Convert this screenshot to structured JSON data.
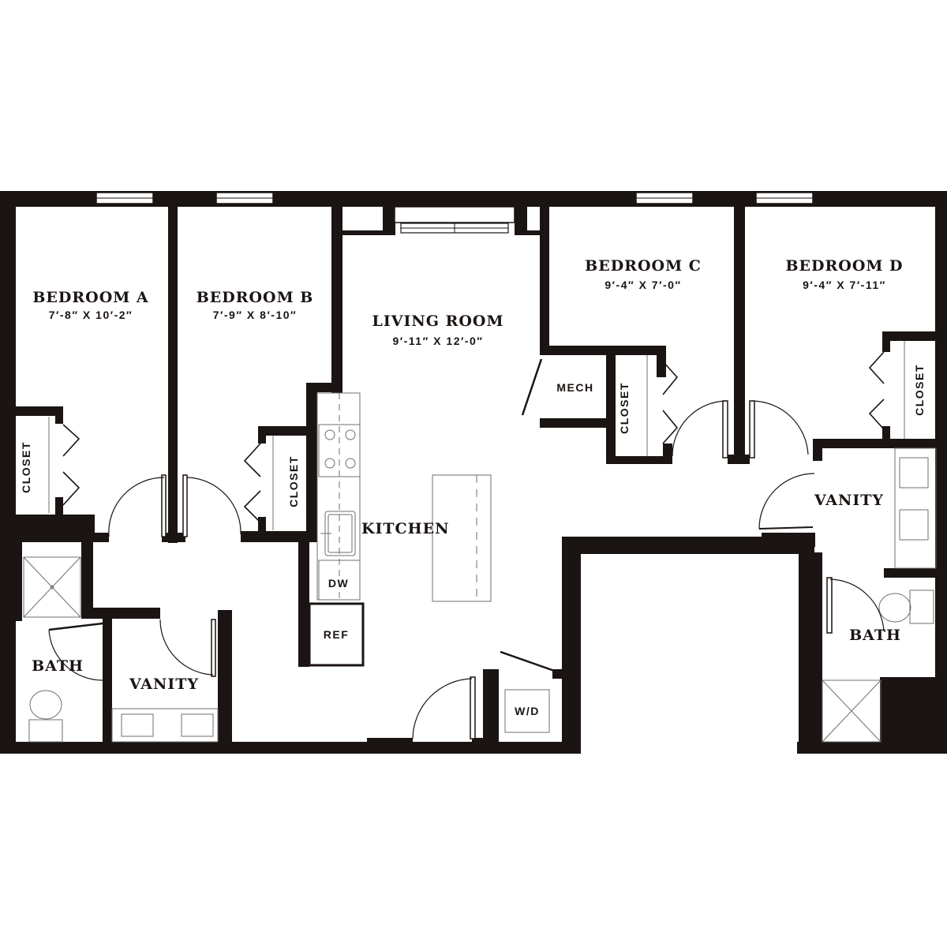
{
  "rooms": {
    "bedroom_a": {
      "name": "BEDROOM A",
      "dims": "7′-8″ X 10′-2″"
    },
    "bedroom_b": {
      "name": "BEDROOM B",
      "dims": "7′-9″ X 8′-10″"
    },
    "living_room": {
      "name": "LIVING ROOM",
      "dims": "9′-11″ X 12′-0″"
    },
    "bedroom_c": {
      "name": "BEDROOM C",
      "dims": "9′-4″ X 7′-0″"
    },
    "bedroom_d": {
      "name": "BEDROOM D",
      "dims": "9′-4″ X 7′-11″"
    },
    "kitchen": {
      "name": "KITCHEN"
    },
    "bath_left": {
      "name": "BATH"
    },
    "vanity_left": {
      "name": "VANITY"
    },
    "bath_right": {
      "name": "BATH"
    },
    "vanity_right": {
      "name": "VANITY"
    }
  },
  "fixtures": {
    "mech": "MECH",
    "dw": "DW",
    "ref": "REF",
    "wd": "W/D",
    "closet_a": "CLOSET",
    "closet_b": "CLOSET",
    "closet_c": "CLOSET",
    "closet_d": "CLOSET"
  },
  "colors": {
    "wall": "#1a1412",
    "fixture": "#6f6f6f",
    "background": "#ffffff"
  }
}
